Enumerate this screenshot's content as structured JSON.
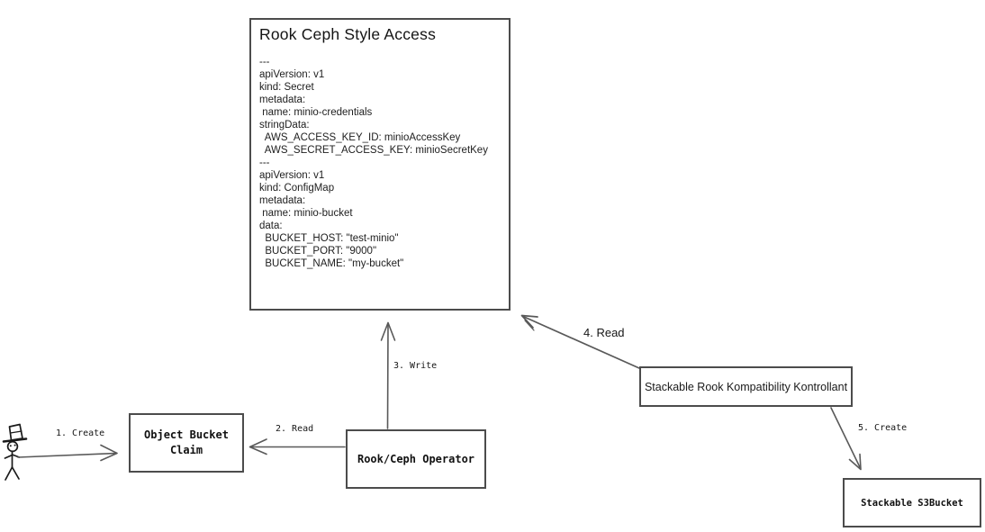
{
  "diagram": {
    "title": "Rook Ceph style access flow",
    "colors": {
      "background": "#ffffff",
      "node_border": "#4c4c4c",
      "arrow_stroke": "#595959",
      "text": "#1a1a1a"
    },
    "actor": {
      "icon": "stick-figure-top-hat-icon",
      "role": "user"
    },
    "nodes": {
      "style_access": {
        "title": "Rook Ceph Style Access",
        "yaml_lines": [
          "---",
          "apiVersion: v1",
          "kind: Secret",
          "metadata:",
          " name: minio-credentials",
          "stringData:",
          "  AWS_ACCESS_KEY_ID: minioAccessKey",
          "  AWS_SECRET_ACCESS_KEY: minioSecretKey",
          "---",
          "apiVersion: v1",
          "kind: ConfigMap",
          "metadata:",
          " name: minio-bucket",
          "data:",
          "  BUCKET_HOST: \"test-minio\"",
          "  BUCKET_PORT: \"9000\"",
          "  BUCKET_NAME: \"my-bucket\""
        ]
      },
      "object_bucket_claim": {
        "label": "Object Bucket Claim"
      },
      "rook_ceph_operator": {
        "label": "Rook/Ceph Operator"
      },
      "stackable_kontrollant": {
        "label": "Stackable Rook Kompatibility Kontrollant"
      },
      "stackable_s3bucket": {
        "label": "Stackable S3Bucket"
      }
    },
    "edges": [
      {
        "label": "1. Create",
        "from": "user",
        "to": "object_bucket_claim"
      },
      {
        "label": "2. Read",
        "from": "rook_ceph_operator",
        "to": "object_bucket_claim"
      },
      {
        "label": "3. Write",
        "from": "rook_ceph_operator",
        "to": "style_access"
      },
      {
        "label": "4. Read",
        "from": "stackable_kontrollant",
        "to": "style_access"
      },
      {
        "label": "5. Create",
        "from": "stackable_kontrollant",
        "to": "stackable_s3bucket"
      }
    ]
  }
}
